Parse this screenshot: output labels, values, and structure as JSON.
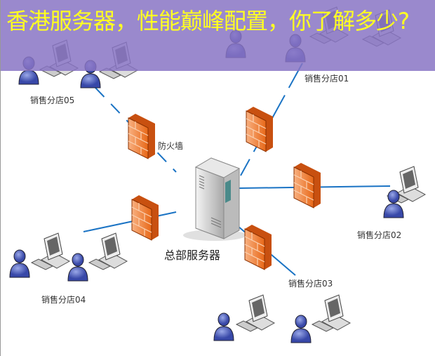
{
  "banner": {
    "title": "香港服务器，性能巅峰配置，你了解多少?"
  },
  "diagram": {
    "server_label": "总部服务器",
    "firewall_label": "防火墙",
    "branches": [
      "销售分店01",
      "销售分店02",
      "销售分店03",
      "销售分店04",
      "销售分店05"
    ]
  },
  "colors": {
    "banner": "#8874c4",
    "title": "#ffff22",
    "link": "#1a73c4",
    "firewall": "#f07828"
  }
}
